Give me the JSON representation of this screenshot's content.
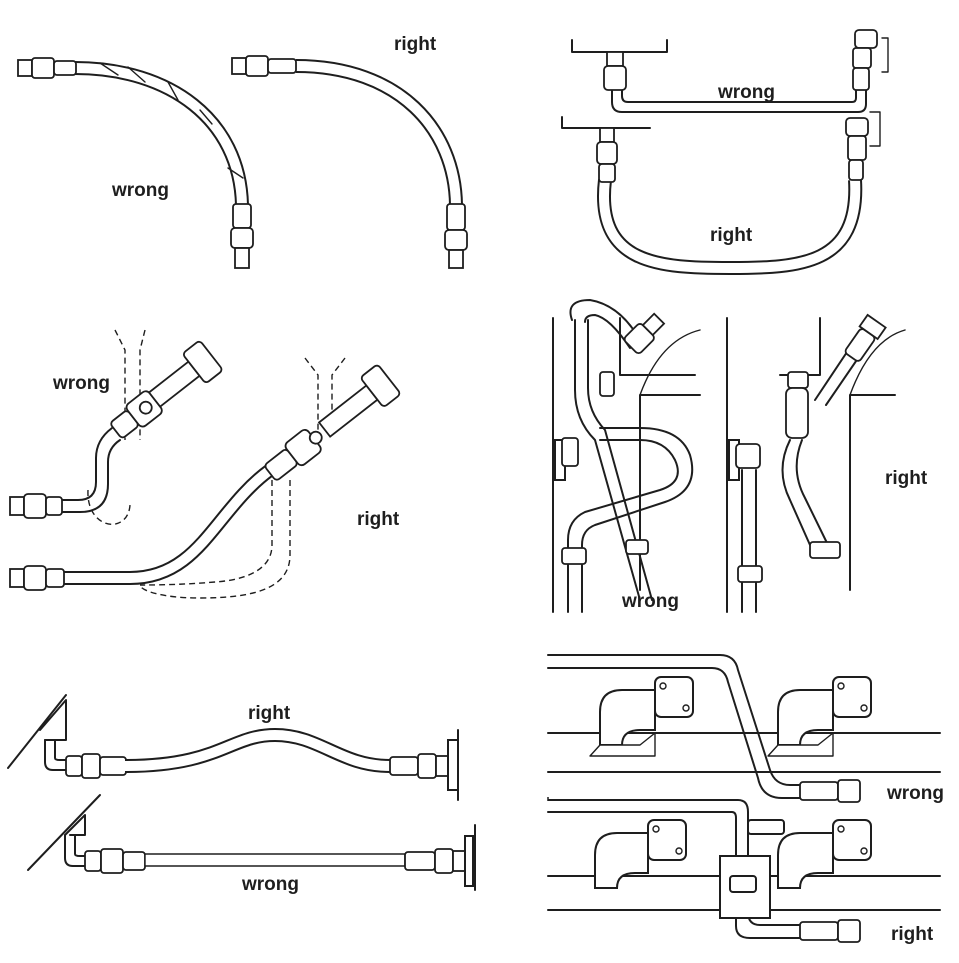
{
  "panels": [
    {
      "id": "bend-radius",
      "labels": {
        "wrong": "wrong",
        "right": "right"
      }
    },
    {
      "id": "hose-length",
      "labels": {
        "wrong": "wrong",
        "right": "right"
      }
    },
    {
      "id": "swivel-elbow",
      "labels": {
        "wrong": "wrong",
        "right": "right"
      }
    },
    {
      "id": "routing-clamps",
      "labels": {
        "wrong": "wrong",
        "right": "right"
      }
    },
    {
      "id": "slack",
      "labels": {
        "right": "right",
        "wrong": "wrong"
      }
    },
    {
      "id": "manifold-routing",
      "labels": {
        "wrong": "wrong",
        "right": "right"
      }
    }
  ],
  "colors": {
    "ink": "#1e1e1e",
    "background": "#ffffff"
  }
}
